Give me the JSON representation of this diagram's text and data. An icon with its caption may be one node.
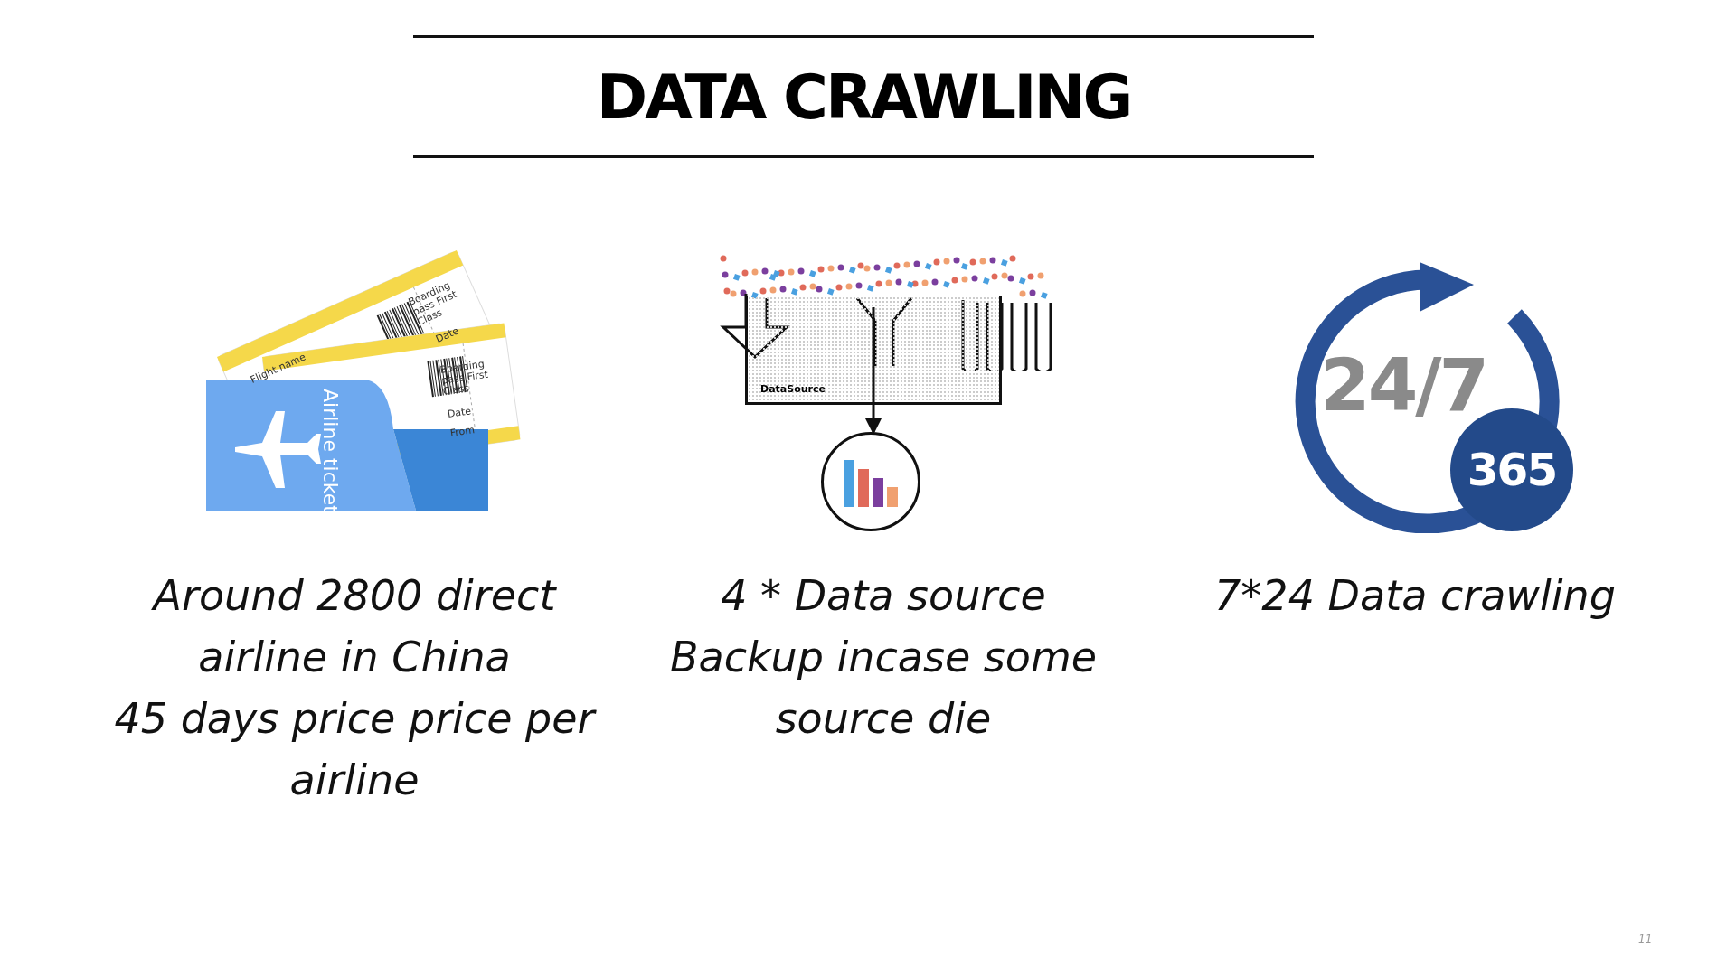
{
  "diagram": {
    "title": "DATA CRAWLING",
    "nodes": [
      {
        "text": [
          "DataSource"
        ]
      },
      {
        "text": [],
        "shape": "circle"
      }
    ],
    "edges": [
      {
        "from": 0,
        "to": 1,
        "arrow": "to"
      }
    ],
    "labels": [
      "Boarding pass First Class",
      "Date",
      "Flight name",
      "Airline ticket",
      "Boarding pass First Class",
      "Date",
      "From",
      "Around 2800 direct airline in China",
      "45 days price price per airline",
      "4 * Data source",
      "Backup incase some source die",
      "7*24 Data crawling",
      "24/7",
      "365",
      "11"
    ]
  }
}
